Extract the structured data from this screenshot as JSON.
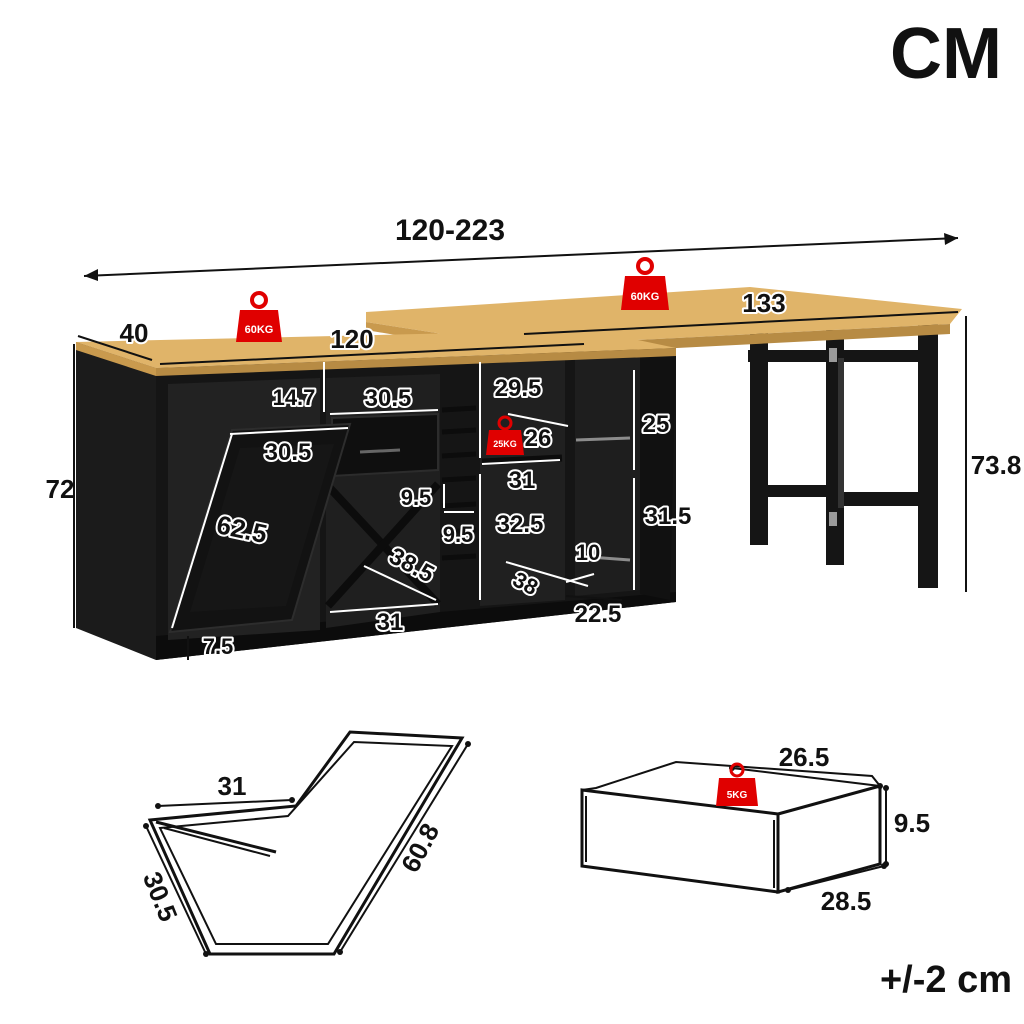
{
  "unit_title": "CM",
  "tolerance": "+/-2 cm",
  "colors": {
    "cabinet": "#151515",
    "wood": "#e0b469",
    "weight_badge": "#e00000",
    "dim_line": "#111111"
  },
  "icons": [
    "weight-icon"
  ],
  "weights": {
    "cabinet_top": "60KG",
    "extension_top": "60KG",
    "shelf": "25KG",
    "drawer": "5KG"
  },
  "dimensions": {
    "total_width": "120-223",
    "depth": "40",
    "cabinet_width": "120",
    "extension_width": "133",
    "cabinet_height": "72",
    "table_height": "73.8",
    "drawer_front_height": "14.7",
    "drawer_front_width": "30.5",
    "bin_top_width": "30.5",
    "bin_height": "62.5",
    "bin_foot": "7.5",
    "wine_diag": "38.5",
    "wine_base": "31",
    "slot_height_a": "9.5",
    "slot_height_b": "9.5",
    "shelf_upper_height": "29.5",
    "shelf_depth": "26",
    "shelf_width": "31",
    "shelf_lower_height": "32.5",
    "side_upper_height": "25",
    "side_lower_height": "31.5",
    "side_depth_small": "10",
    "side_diag": "38",
    "side_base": "22.5"
  },
  "bin_detail": {
    "top": "31",
    "side": "30.5",
    "diag": "60.8"
  },
  "drawer_detail": {
    "width": "26.5",
    "height": "9.5",
    "depth": "28.5"
  }
}
